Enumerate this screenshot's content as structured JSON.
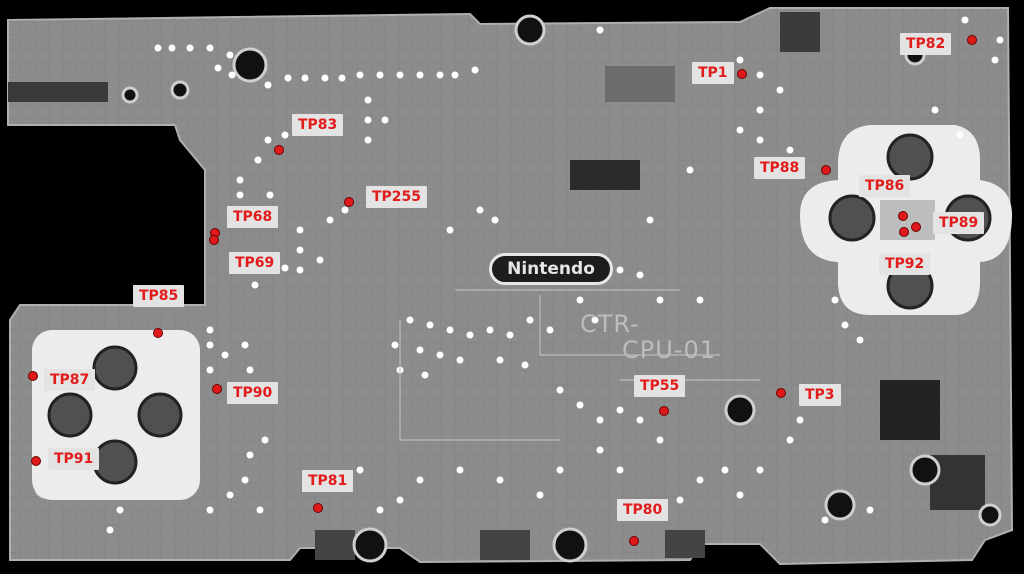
{
  "board": {
    "logo_text": "Nintendo",
    "model_text": "CTR-",
    "part_text": "CPU-01",
    "colors": {
      "background": "#000000",
      "board": "#8a8a8a",
      "label_bg": "#e3e3e3",
      "label_text": "#e21b1b",
      "marker": "#e01a1a",
      "pad": "#ffffff"
    }
  },
  "test_points": [
    {
      "id": "TP1",
      "label": "TP1"
    },
    {
      "id": "TP82",
      "label": "TP82"
    },
    {
      "id": "TP83",
      "label": "TP83"
    },
    {
      "id": "TP88",
      "label": "TP88"
    },
    {
      "id": "TP86",
      "label": "TP86"
    },
    {
      "id": "TP89",
      "label": "TP89"
    },
    {
      "id": "TP92",
      "label": "TP92"
    },
    {
      "id": "TP255",
      "label": "TP255"
    },
    {
      "id": "TP68",
      "label": "TP68"
    },
    {
      "id": "TP69",
      "label": "TP69"
    },
    {
      "id": "TP85",
      "label": "TP85"
    },
    {
      "id": "TP87",
      "label": "TP87"
    },
    {
      "id": "TP90",
      "label": "TP90"
    },
    {
      "id": "TP55",
      "label": "TP55"
    },
    {
      "id": "TP3",
      "label": "TP3"
    },
    {
      "id": "TP91",
      "label": "TP91"
    },
    {
      "id": "TP81",
      "label": "TP81"
    },
    {
      "id": "TP80",
      "label": "TP80"
    }
  ]
}
